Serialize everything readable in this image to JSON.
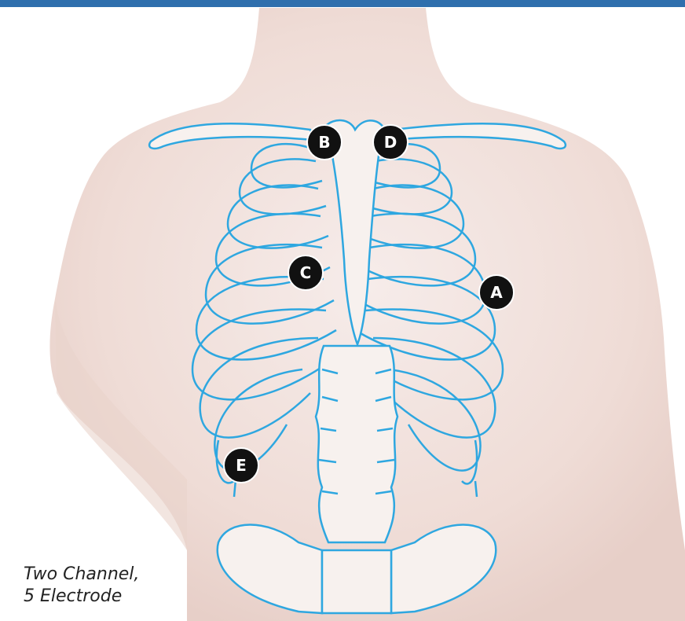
{
  "caption": {
    "line1": "Two Channel,",
    "line2": "5 Electrode"
  },
  "electrodes": [
    {
      "id": "A",
      "label": "A"
    },
    {
      "id": "B",
      "label": "B"
    },
    {
      "id": "C",
      "label": "C"
    },
    {
      "id": "D",
      "label": "D"
    },
    {
      "id": "E",
      "label": "E"
    }
  ],
  "colors": {
    "header_bar": "#2f6fad",
    "skin": "#f2e4df",
    "bone_outline": "#2ea7e0",
    "bone_fill": "#f7f1ee",
    "electrode_fill": "#111111",
    "electrode_text": "#ffffff"
  }
}
